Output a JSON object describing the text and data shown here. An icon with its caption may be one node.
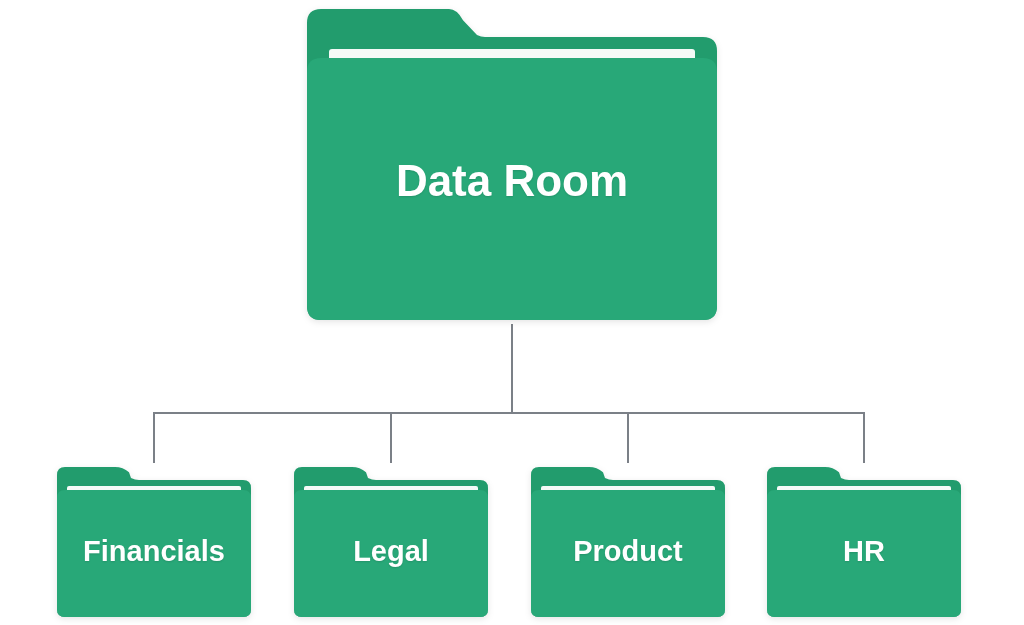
{
  "diagram": {
    "nodes": [
      {
        "text": [
          "Data Room"
        ]
      },
      {
        "text": [
          "Financials"
        ]
      },
      {
        "text": [
          "Legal"
        ]
      },
      {
        "text": [
          "Product"
        ]
      },
      {
        "text": [
          "HR"
        ]
      }
    ],
    "edges": [
      {
        "from": 0,
        "to": 1,
        "arrow": "none"
      },
      {
        "from": 0,
        "to": 2,
        "arrow": "none"
      },
      {
        "from": 0,
        "to": 3,
        "arrow": "none"
      },
      {
        "from": 0,
        "to": 4,
        "arrow": "none"
      }
    ]
  }
}
